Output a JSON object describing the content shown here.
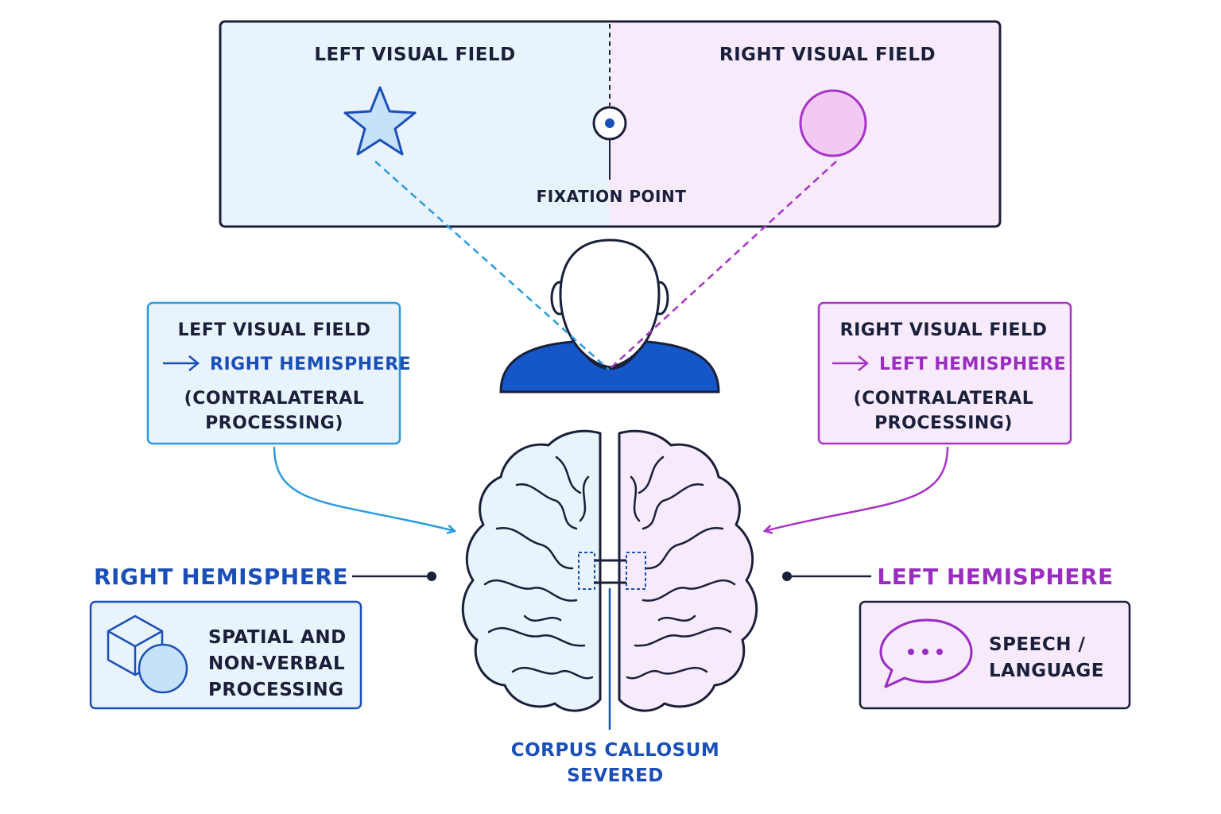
{
  "colors": {
    "outline": "#1a1f3a",
    "blue": "#1b4fb8",
    "blue_light": "#e8f3fc",
    "blue_dash": "#2a9be0",
    "purple": "#9a2cc0",
    "purple_light": "#f6eafb",
    "purple_dash": "#a833c8",
    "shirt": "#1557c8",
    "corpus_label": "#1b4fb8"
  },
  "visual_field_panel": {
    "left_title": "LEFT VISUAL FIELD",
    "right_title": "RIGHT VISUAL FIELD",
    "fixation_label": "FIXATION POINT",
    "left_stimulus_icon": "star-icon",
    "right_stimulus_icon": "circle-icon"
  },
  "left_info_box": {
    "line1": "LEFT VISUAL FIELD",
    "line2": "RIGHT HEMISPHERE",
    "line3": "(CONTRALATERAL",
    "line4": "PROCESSING)"
  },
  "right_info_box": {
    "line1": "RIGHT VISUAL FIELD",
    "line2": "LEFT HEMISPHERE",
    "line3": "(CONTRALATERAL",
    "line4": "PROCESSING)"
  },
  "right_hemisphere": {
    "label": "RIGHT HEMISPHERE",
    "function_line1": "SPATIAL AND",
    "function_line2": "NON-VERBAL",
    "function_line3": "PROCESSING",
    "icon": "cube-and-circle-icon"
  },
  "left_hemisphere": {
    "label": "LEFT HEMISPHERE",
    "function_line1": "SPEECH /",
    "function_line2": "LANGUAGE",
    "icon": "speech-bubble-icon"
  },
  "corpus_callosum": {
    "line1": "CORPUS CALLOSUM",
    "line2": "SEVERED"
  }
}
